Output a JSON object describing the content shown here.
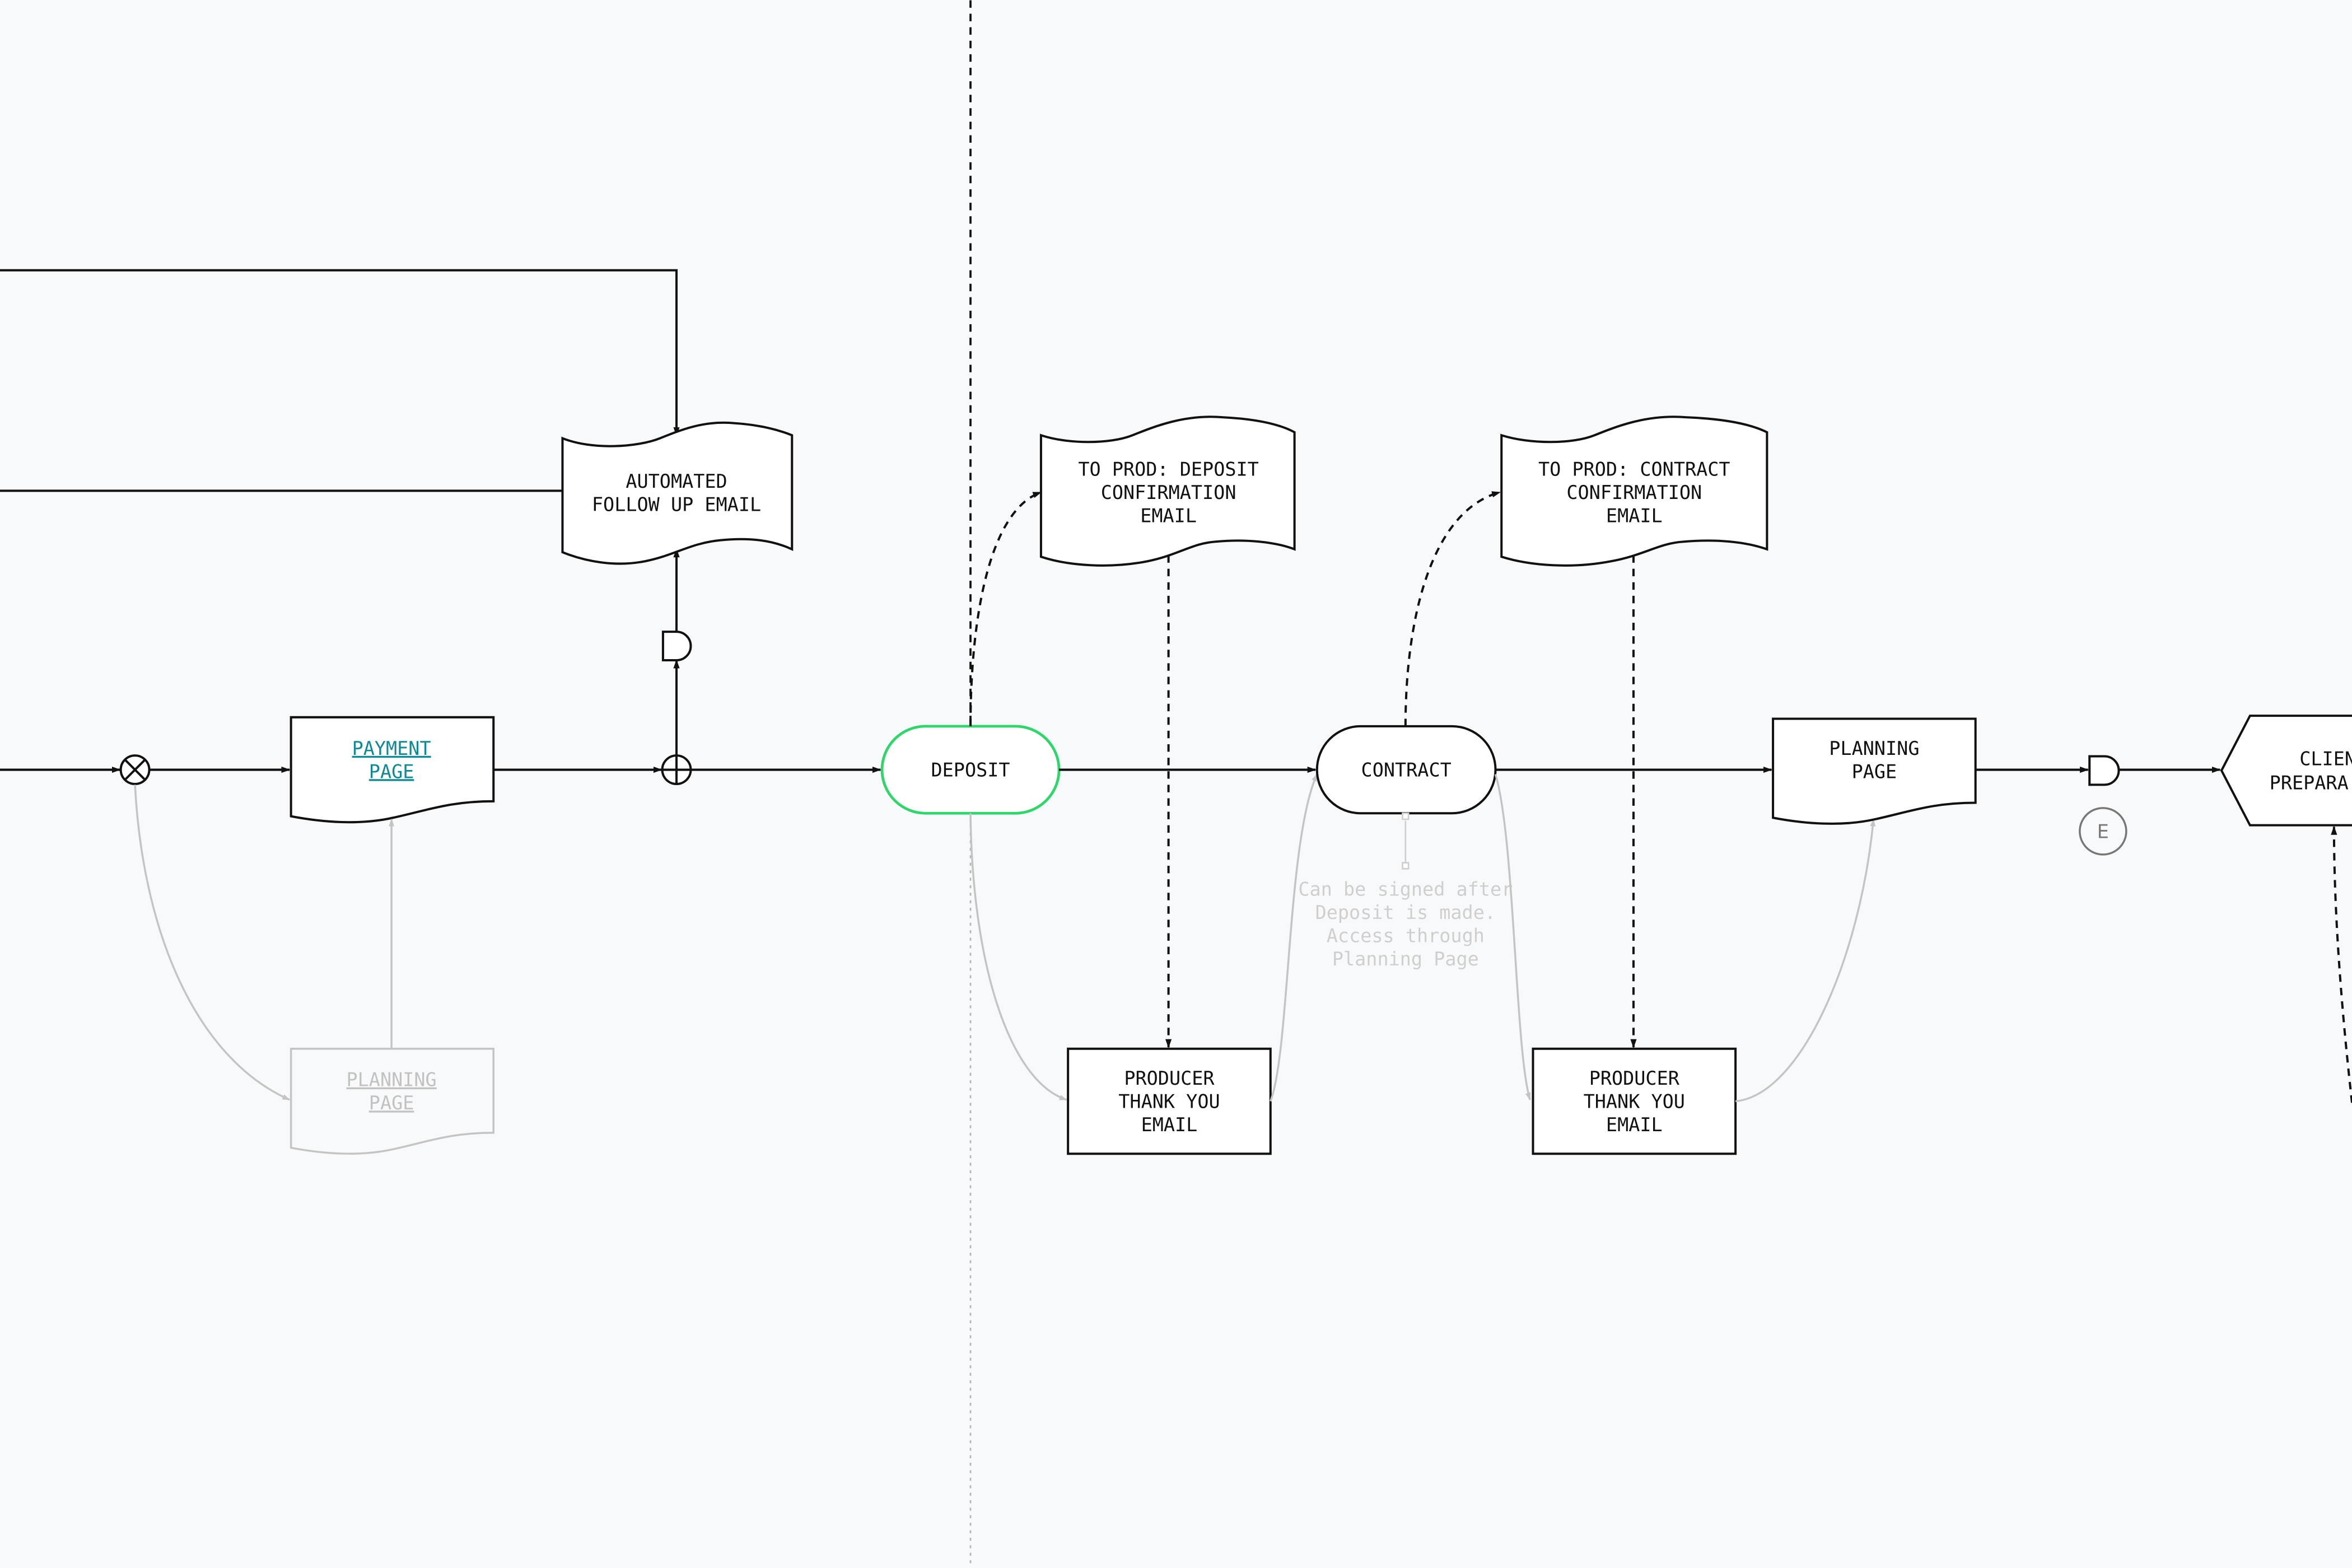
{
  "nodes": {
    "automated_follow_up": {
      "lines": [
        "AUTOMATED",
        "FOLLOW UP EMAIL"
      ]
    },
    "payment_page": {
      "lines": [
        "PAYMENT",
        "PAGE"
      ]
    },
    "planning_page_faded": {
      "lines": [
        "PLANNING",
        "PAGE"
      ]
    },
    "deposit": {
      "lines": [
        "DEPOSIT"
      ]
    },
    "deposit_confirmation": {
      "lines": [
        "TO PROD: DEPOSIT",
        "CONFIRMATION",
        "EMAIL"
      ]
    },
    "producer_thank_you_1": {
      "lines": [
        "PRODUCER",
        "THANK YOU",
        "EMAIL"
      ]
    },
    "contract": {
      "lines": [
        "CONTRACT"
      ]
    },
    "contract_confirmation": {
      "lines": [
        "TO PROD: CONTRACT",
        "CONFIRMATION",
        "EMAIL"
      ]
    },
    "producer_thank_you_2": {
      "lines": [
        "PRODUCER",
        "THANK YOU",
        "EMAIL"
      ]
    },
    "planning_page": {
      "lines": [
        "PLANNING",
        "PAGE"
      ]
    },
    "client_preparation": {
      "lines": [
        "CLIEN",
        "PREPARA"
      ]
    }
  },
  "connector_label": "E",
  "contract_note": [
    "Can be signed after",
    "Deposit is made.",
    "Access through",
    "Planning Page"
  ],
  "colors": {
    "background": "#f8f9fa",
    "stroke": "#111111",
    "faded": "#c4c4c4",
    "active": "#2fd66a",
    "link": "#0e8a96"
  }
}
